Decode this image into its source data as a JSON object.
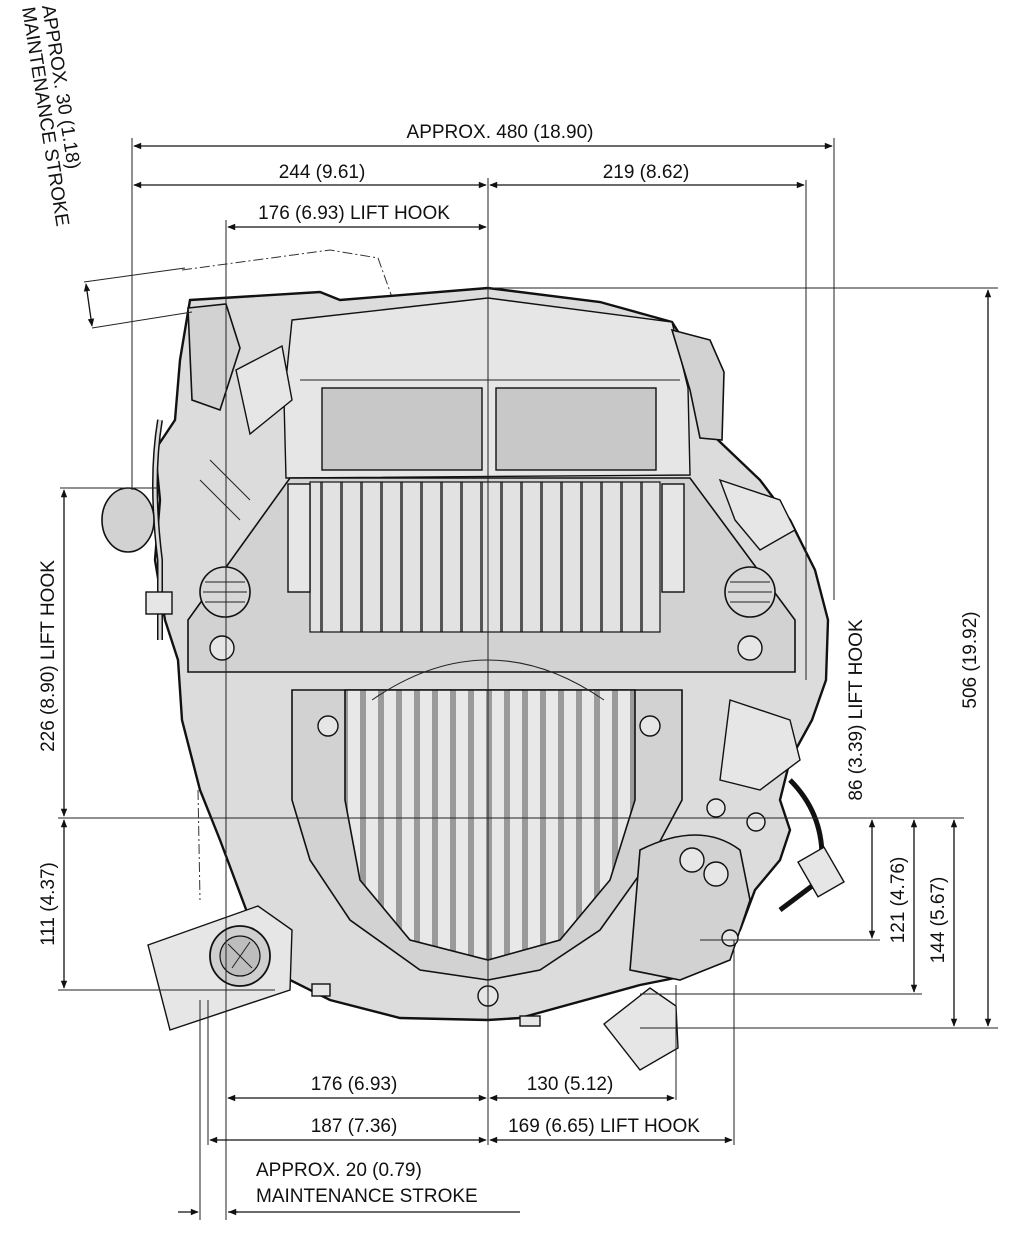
{
  "dimensions": {
    "overall_width": "APPROX.  480 (18.90)",
    "left_width": "244 (9.61)",
    "right_width": "219 (8.62)",
    "lift_hook_top_left": "176 (6.93) LIFT HOOK",
    "maintenance_top_line1": "APPROX. 30 (1.18)",
    "maintenance_top_line2": "MAINTENANCE  STROKE",
    "height_total": "506 (19.92)",
    "lift_hook_left_height": "226 (8.90) LIFT HOOK",
    "left_lower": "111 (4.37)",
    "lift_hook_right_height": "86 (3.39) LIFT HOOK",
    "right_121": "121 (4.76)",
    "right_144": "144 (5.67)",
    "bottom_176": "176 (6.93)",
    "bottom_130": "130 (5.12)",
    "bottom_187": "187 (7.36)",
    "lift_hook_bottom": "169 (6.65) LIFT HOOK",
    "maintenance_bottom_line1": "APPROX.  20 (0.79)",
    "maintenance_bottom_line2": "MAINTENANCE STROKE"
  }
}
